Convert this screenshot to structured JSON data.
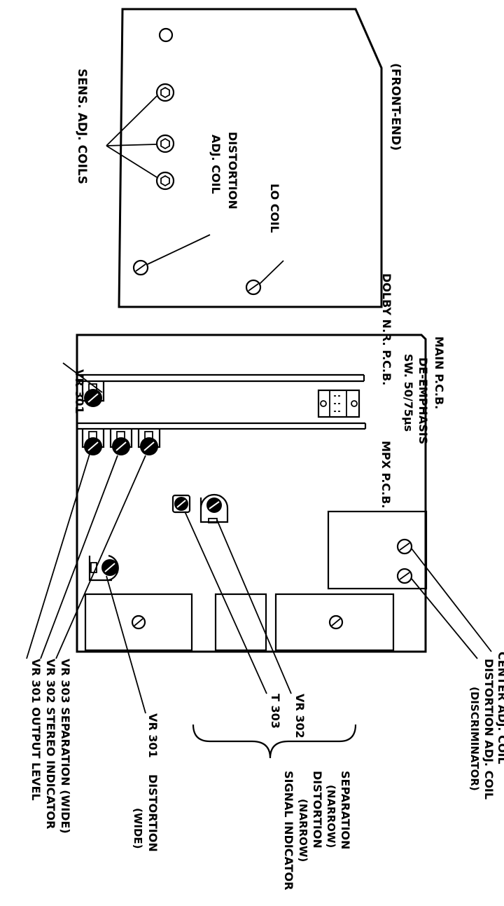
{
  "front_end": {
    "title": "(FRONT-END)",
    "lo_coil": "LO COIL",
    "distortion_adj_coil": [
      "DISTORTION",
      "ADJ. COIL"
    ],
    "sens_adj_coils": "SENS. ADJ. COILS"
  },
  "main_pcb": {
    "title": "MAIN P.C.B.",
    "de_emphasis": [
      "DE-EMPHASIS",
      "SW.  50/75μs"
    ],
    "dolby_pcb": "DOLBY N.R. P.C.B.",
    "mpx_pcb": "MPX  P.C.B.",
    "vr301_top": "VR 301"
  },
  "labels": {
    "center_adj_coil": "CENTER  ADJ. COIL",
    "distortion_adj_coil": "DISTORTION  ADJ. COIL",
    "discriminator": "(DISCRIMINATOR)",
    "vr302": "VR 302",
    "t303": "T 303",
    "vr301": "VR 301",
    "vr301_desc": "DISTORTION",
    "vr301_desc2": "(WIDE)",
    "separation": "SEPARATION",
    "narrow1": "(NARROW)",
    "distortion": "DISTORTION",
    "narrow2": "(NARROW)",
    "signal_indicator": "SIGNAL  INDICATOR",
    "vr303_line": "VR 303  SEPARATION (WIDE)",
    "vr302_line": "VR 302  STEREO INDICATOR",
    "vr301_line": "VR 301   OUTPUT LEVEL"
  }
}
